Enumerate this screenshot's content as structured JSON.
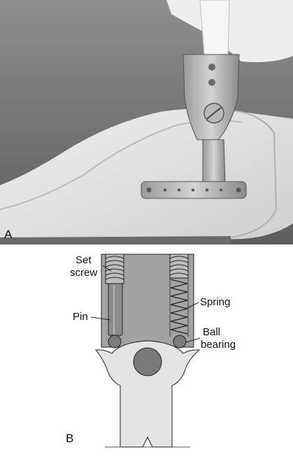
{
  "figure": {
    "panel_a_label": "A",
    "panel_b_label": "B",
    "labels": {
      "set_screw_line1": "Set",
      "set_screw_line2": "screw",
      "pin": "Pin",
      "spring": "Spring",
      "ball_bearing_line1": "Ball",
      "ball_bearing_line2": "bearing"
    }
  },
  "colors": {
    "housing_gray": "#a3a3a3",
    "ball_gray": "#7a7a7a",
    "pin_gray": "#8c8c8c",
    "outline": "#222222"
  }
}
